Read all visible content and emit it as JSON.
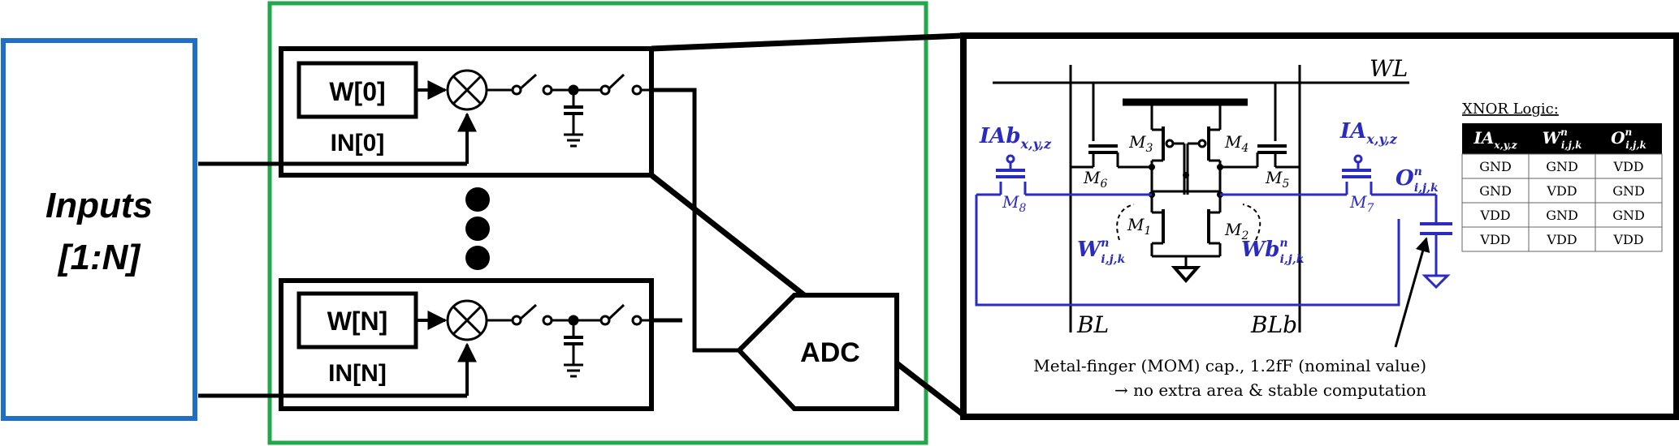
{
  "inputs_block": {
    "line1": "Inputs",
    "line2": "[1:N]",
    "color": "#1f6fc8"
  },
  "frame_color": "#22a84a",
  "cells": [
    {
      "weight": "W[0]",
      "input": "IN[0]"
    },
    {
      "weight": "W[N]",
      "input": "IN[N]"
    }
  ],
  "adc_label": "ADC",
  "circuit": {
    "wl": "WL",
    "bl": "BL",
    "blb": "BLb",
    "ia_b": {
      "base": "IAb",
      "sub": "x,y,z"
    },
    "ia": {
      "base": "IA",
      "sub": "x,y,z"
    },
    "w_n": {
      "base": "W",
      "sup": "n",
      "sub": "i,j,k"
    },
    "wb_n": {
      "base": "Wb",
      "sup": "n",
      "sub": "i,j,k"
    },
    "o_n": {
      "base": "O",
      "sup": "n",
      "sub": "i,j,k"
    },
    "transistors": {
      "m1": {
        "base": "M",
        "sub": "1"
      },
      "m2": {
        "base": "M",
        "sub": "2"
      },
      "m3": {
        "base": "M",
        "sub": "3"
      },
      "m4": {
        "base": "M",
        "sub": "4"
      },
      "m5": {
        "base": "M",
        "sub": "5"
      },
      "m6": {
        "base": "M",
        "sub": "6"
      },
      "m7": {
        "base": "M",
        "sub": "7"
      },
      "m8": {
        "base": "M",
        "sub": "8"
      }
    },
    "note_line1": "Metal-finger (MOM) cap., 1.2fF (nominal value)",
    "note_line2": "→ no extra area & stable computation",
    "blue": "#2b2bbf"
  },
  "xnor": {
    "title": "XNOR Logic:",
    "headers": [
      {
        "base": "IA",
        "sub": "x,y,z"
      },
      {
        "base": "W",
        "sup": "n",
        "sub": "i,j,k"
      },
      {
        "base": "O",
        "sup": "n",
        "sub": "i,j,k"
      }
    ],
    "rows": [
      [
        "GND",
        "GND",
        "VDD"
      ],
      [
        "GND",
        "VDD",
        "GND"
      ],
      [
        "VDD",
        "GND",
        "GND"
      ],
      [
        "VDD",
        "VDD",
        "VDD"
      ]
    ]
  }
}
